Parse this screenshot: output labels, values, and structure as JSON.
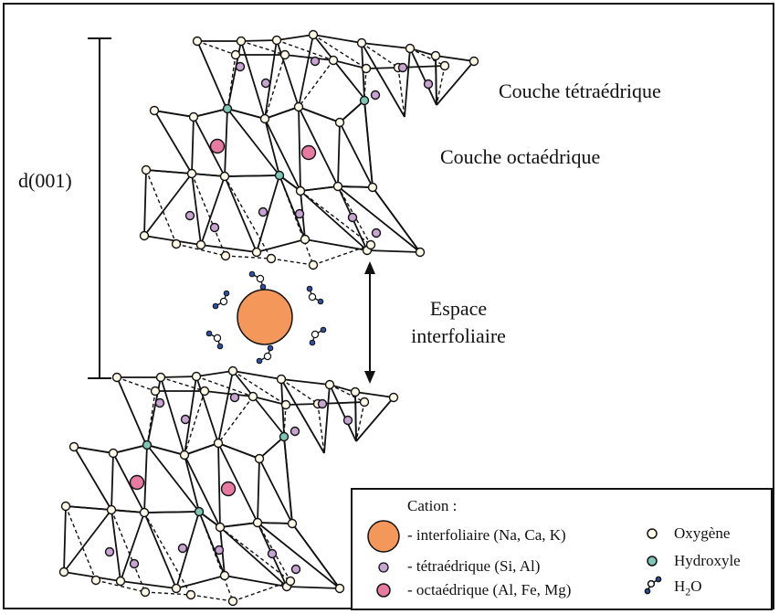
{
  "labels": {
    "d001": "d(001)",
    "tetra_layer": "Couche tétraédrique",
    "octa_layer": "Couche octaédrique",
    "interlayer_space_line1": "Espace",
    "interlayer_space_line2": "interfoliaire"
  },
  "legend": {
    "cation_title": "Cation :",
    "interlayer": "- interfoliaire (Na, Ca, K)",
    "tetrahedral": "- tétraédrique (Si, Al)",
    "octahedral": "- octaédrique (Al, Fe, Mg)",
    "oxygen": "Oxygène",
    "hydroxyl": "Hydroxyle",
    "water_prefix": "H",
    "water_sub": "2",
    "water_suffix": "O"
  },
  "colors": {
    "interlayer_cation": "#f4975a",
    "tetrahedral_cation": "#c7a4d2",
    "octahedral_cation": "#e77aa1",
    "oxygen": "#fffbe8",
    "hydroxyl": "#7fc7b4",
    "water_oxygen": "#ffffff",
    "water_hydrogen": "#2f4fa0",
    "lines": "#111111"
  }
}
